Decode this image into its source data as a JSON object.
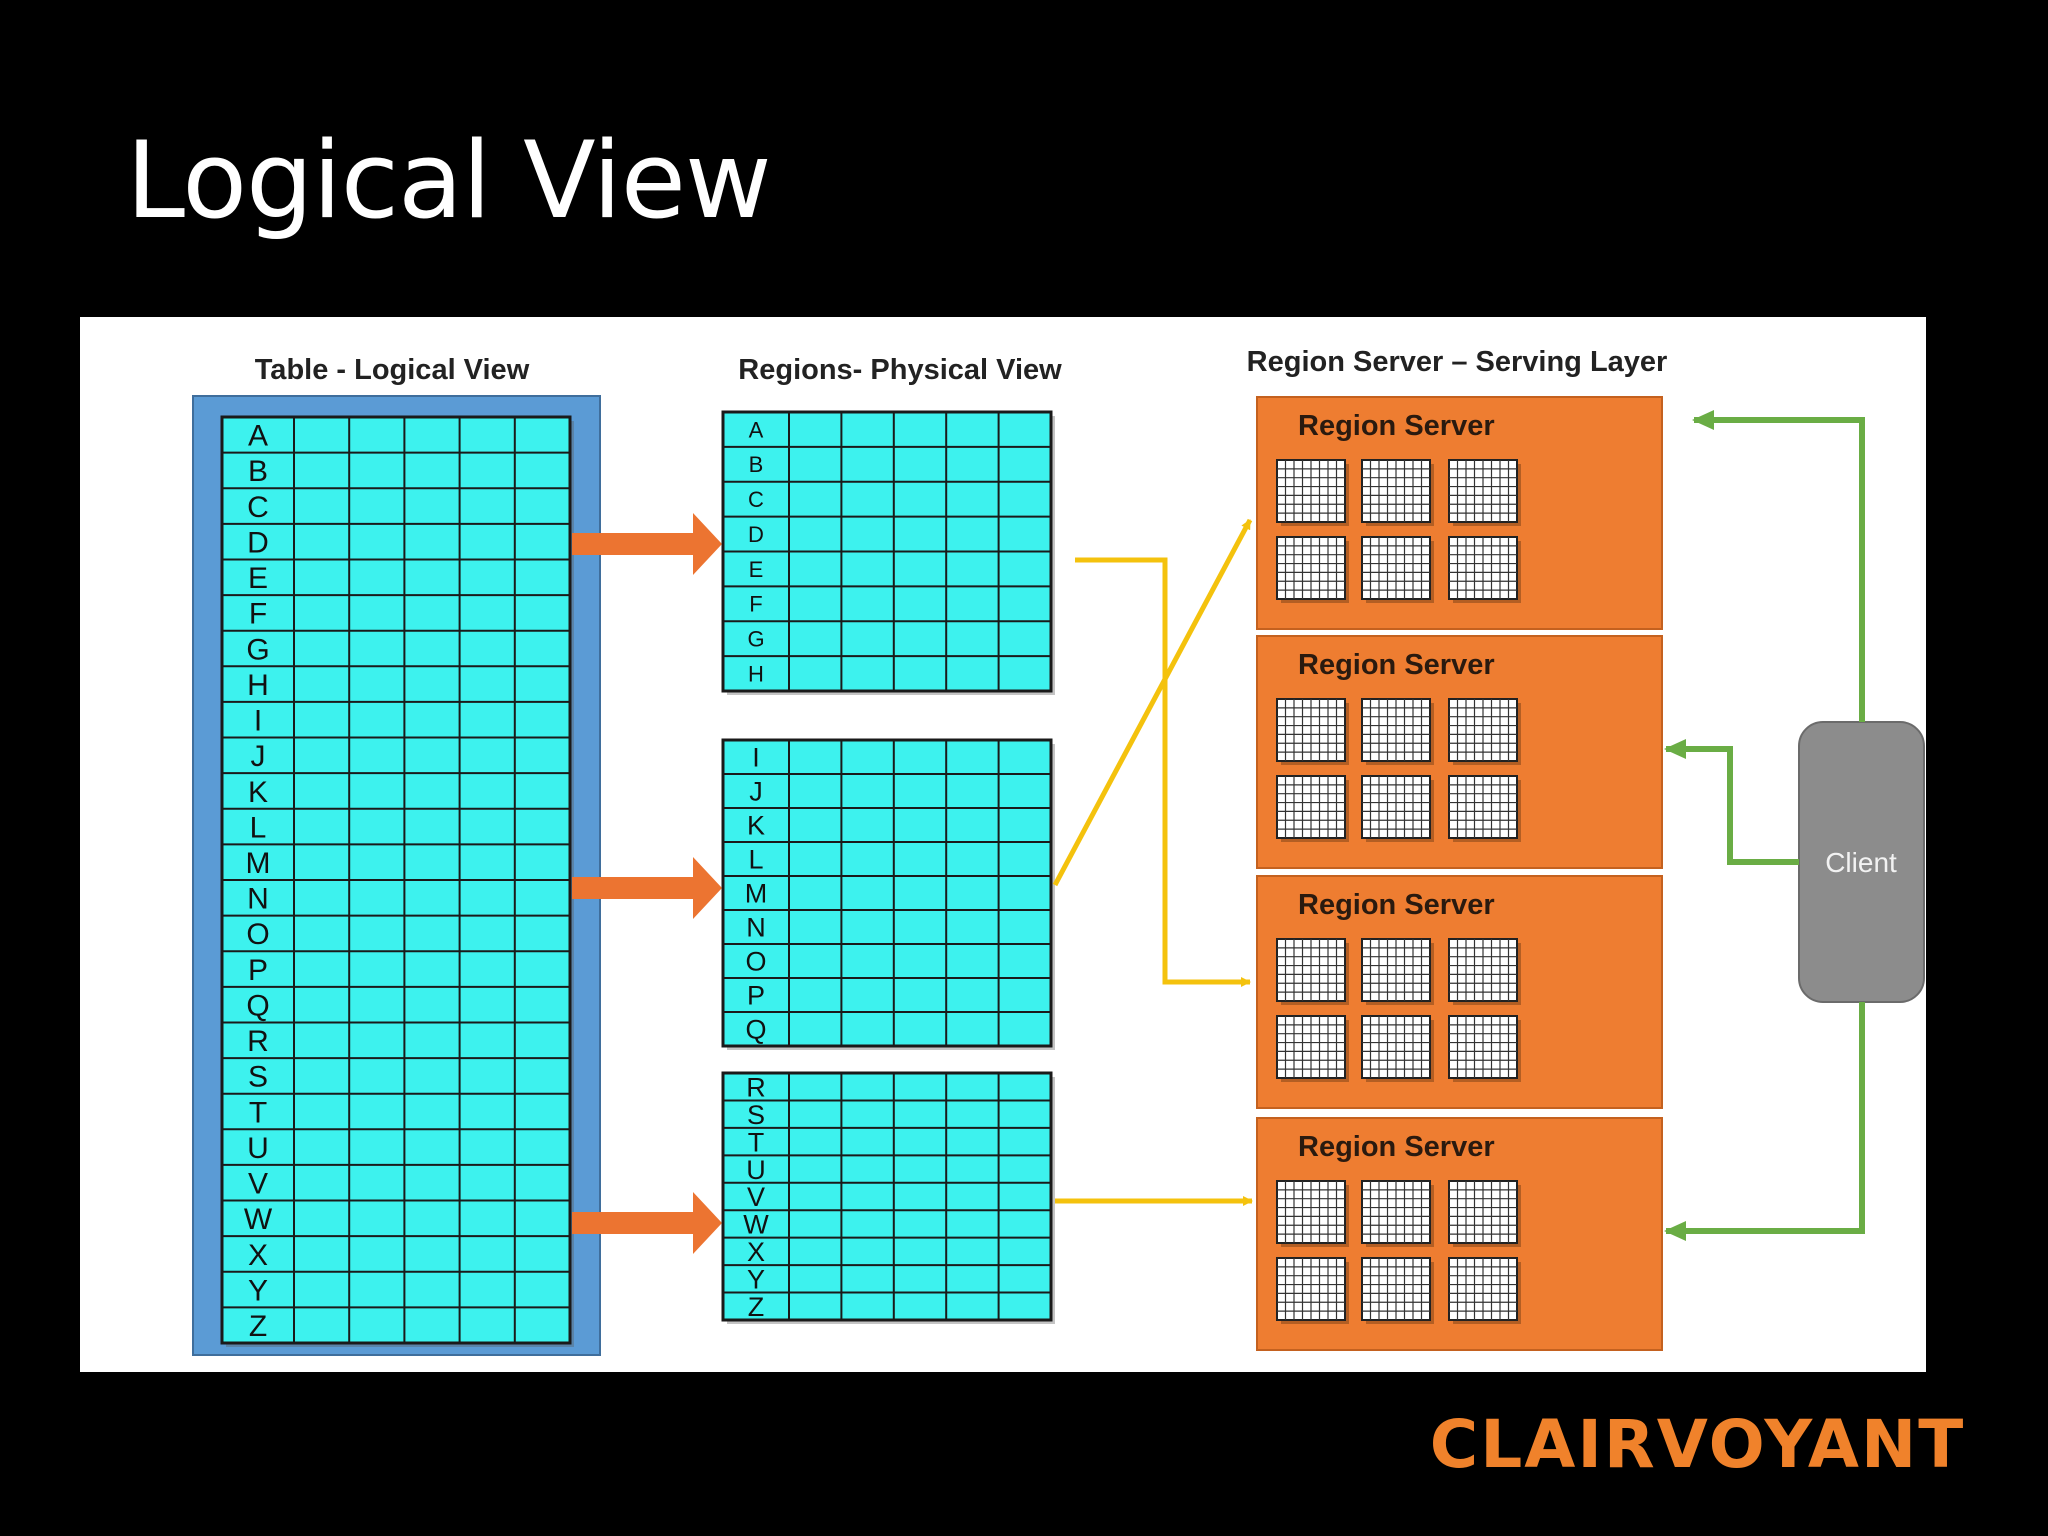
{
  "slide": {
    "title": "Logical View",
    "brand": "CLAIRVOYANT"
  },
  "diagram": {
    "section_labels": {
      "table": "Table - Logical View",
      "regions": "Regions- Physical View",
      "servers": "Region Server – Serving Layer"
    },
    "table_rows": [
      "A",
      "B",
      "C",
      "D",
      "E",
      "F",
      "G",
      "H",
      "I",
      "J",
      "K",
      "L",
      "M",
      "N",
      "O",
      "P",
      "Q",
      "R",
      "S",
      "T",
      "U",
      "V",
      "W",
      "X",
      "Y",
      "Z"
    ],
    "regions": [
      {
        "rows": [
          "A",
          "B",
          "C",
          "D",
          "E",
          "F",
          "G",
          "H"
        ]
      },
      {
        "rows": [
          "I",
          "J",
          "K",
          "L",
          "M",
          "N",
          "O",
          "P",
          "Q"
        ]
      },
      {
        "rows": [
          "R",
          "S",
          "T",
          "U",
          "V",
          "W",
          "X",
          "Y",
          "Z"
        ]
      }
    ],
    "region_servers": [
      {
        "label": "Region Server"
      },
      {
        "label": "Region Server"
      },
      {
        "label": "Region Server"
      },
      {
        "label": "Region Server"
      }
    ],
    "client_label": "Client",
    "colors": {
      "table_outer": "#5b9bd5",
      "cell_fill": "#3df2ee",
      "server_fill": "#ee7d31",
      "arrow_orange": "#ec7431",
      "arrow_yellow": "#f4c20d",
      "arrow_green": "#6aad45",
      "client_fill": "#8c8c8c"
    }
  }
}
